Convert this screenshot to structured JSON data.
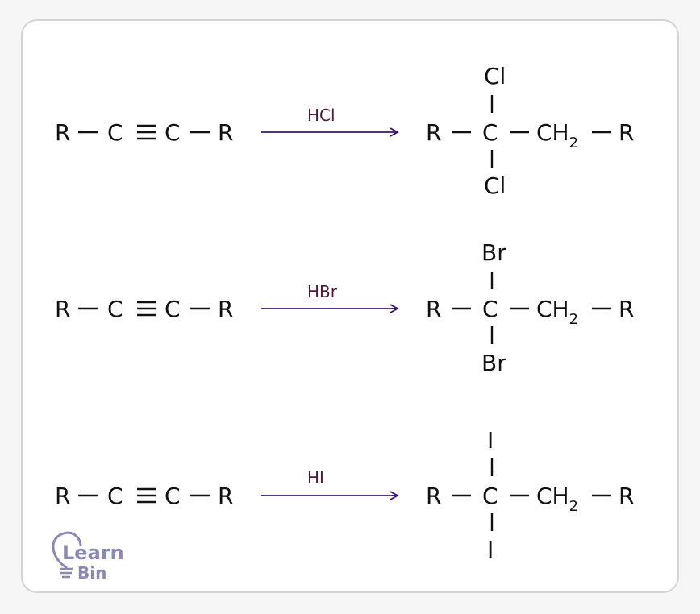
{
  "reactions": [
    {
      "reactant": {
        "r1": "R",
        "c1": "C",
        "c2": "C",
        "r2": "R"
      },
      "reagent": "HCl",
      "product": {
        "r1": "R",
        "c": "C",
        "ch": "CH",
        "sub": "2",
        "r2": "R",
        "top": "Cl",
        "bottom": "Cl"
      }
    },
    {
      "reactant": {
        "r1": "R",
        "c1": "C",
        "c2": "C",
        "r2": "R"
      },
      "reagent": "HBr",
      "product": {
        "r1": "R",
        "c": "C",
        "ch": "CH",
        "sub": "2",
        "r2": "R",
        "top": "Br",
        "bottom": "Br"
      }
    },
    {
      "reactant": {
        "r1": "R",
        "c1": "C",
        "c2": "C",
        "r2": "R"
      },
      "reagent": "HI",
      "product": {
        "r1": "R",
        "c": "C",
        "ch": "CH",
        "sub": "2",
        "r2": "R",
        "top": "I",
        "bottom": "I"
      }
    }
  ],
  "logo": {
    "line1": "Learn",
    "line2": "Bin"
  },
  "colors": {
    "reagent": "#4a1a3a",
    "arrow": "#3a1470",
    "logo": "#8a89b6"
  }
}
